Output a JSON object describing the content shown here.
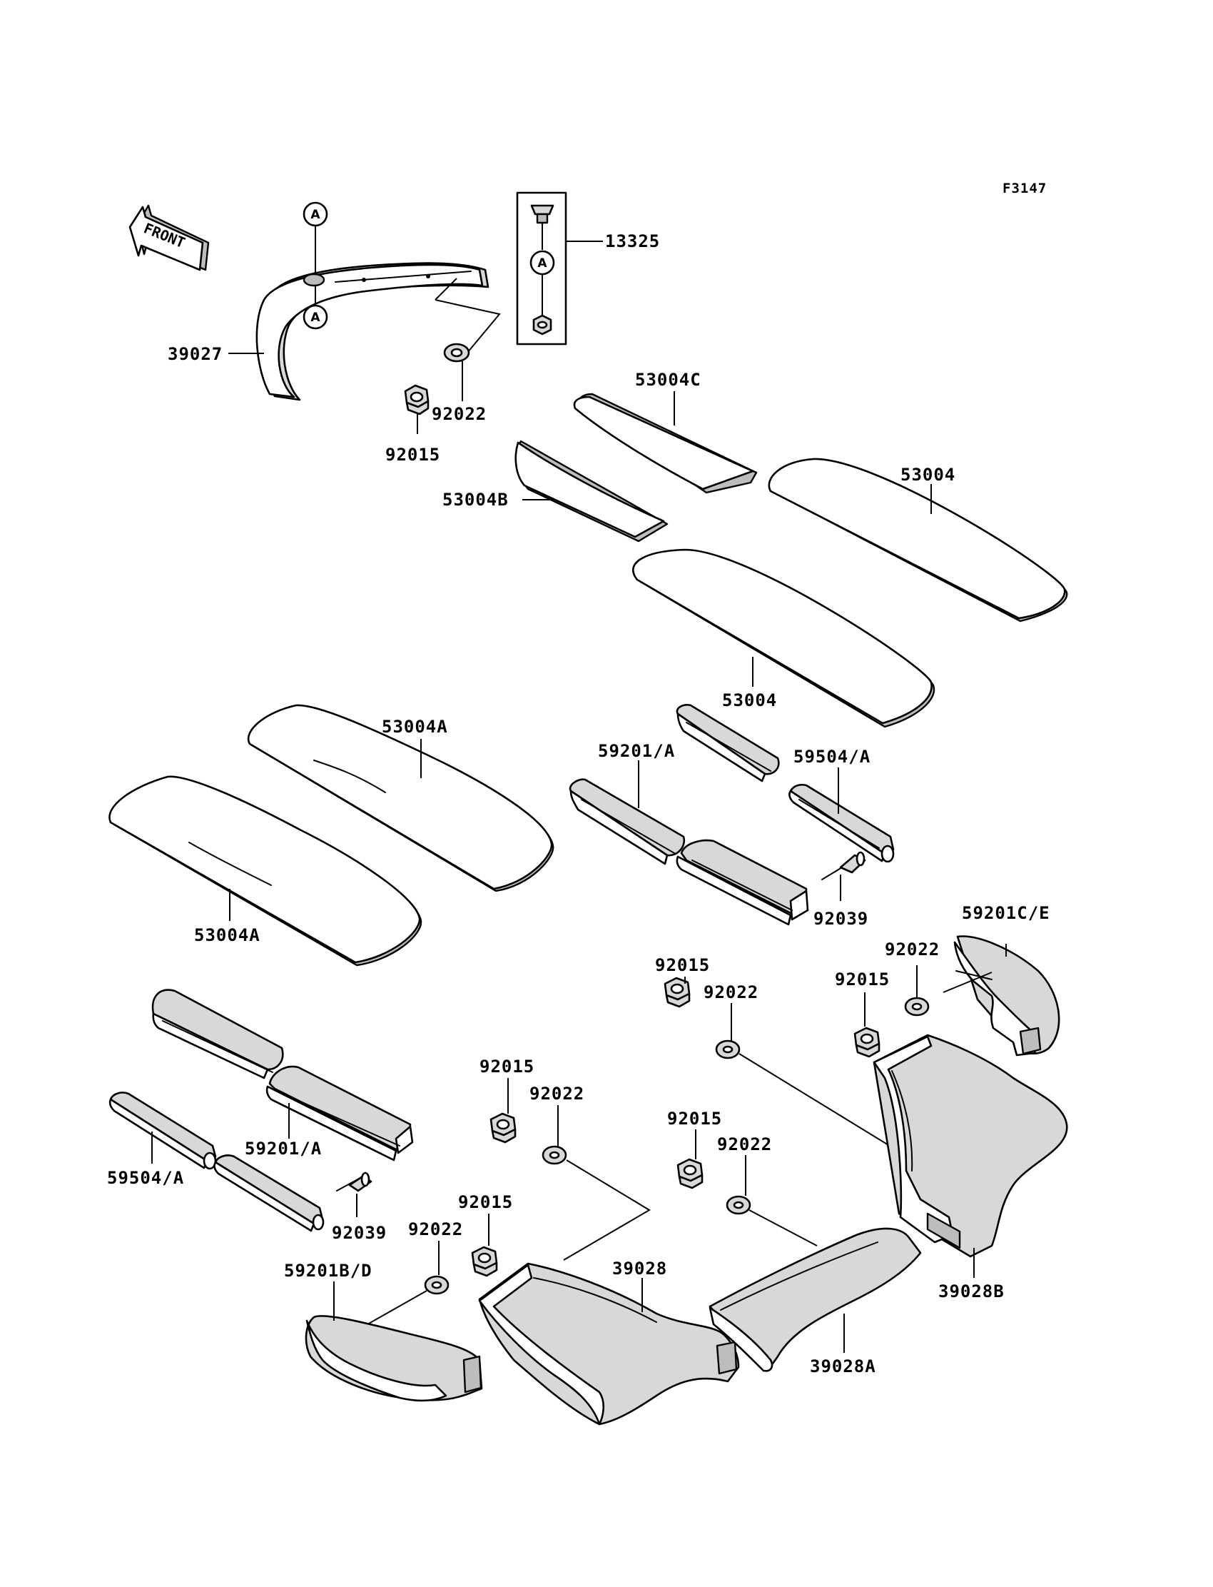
{
  "figure_code": "F3147",
  "front_label": "FRONT",
  "ref_letter": "A",
  "part_numbers": {
    "p39027": "39027",
    "p13325": "13325",
    "p92022": "92022",
    "p92015": "92015",
    "p53004": "53004",
    "p53004A": "53004A",
    "p53004B": "53004B",
    "p53004C": "53004C",
    "p59201A": "59201/A",
    "p59504A": "59504/A",
    "p92039": "92039",
    "p59201CE": "59201C/E",
    "p59201BD": "59201B/D",
    "p39028": "39028",
    "p39028A": "39028A",
    "p39028B": "39028B"
  }
}
